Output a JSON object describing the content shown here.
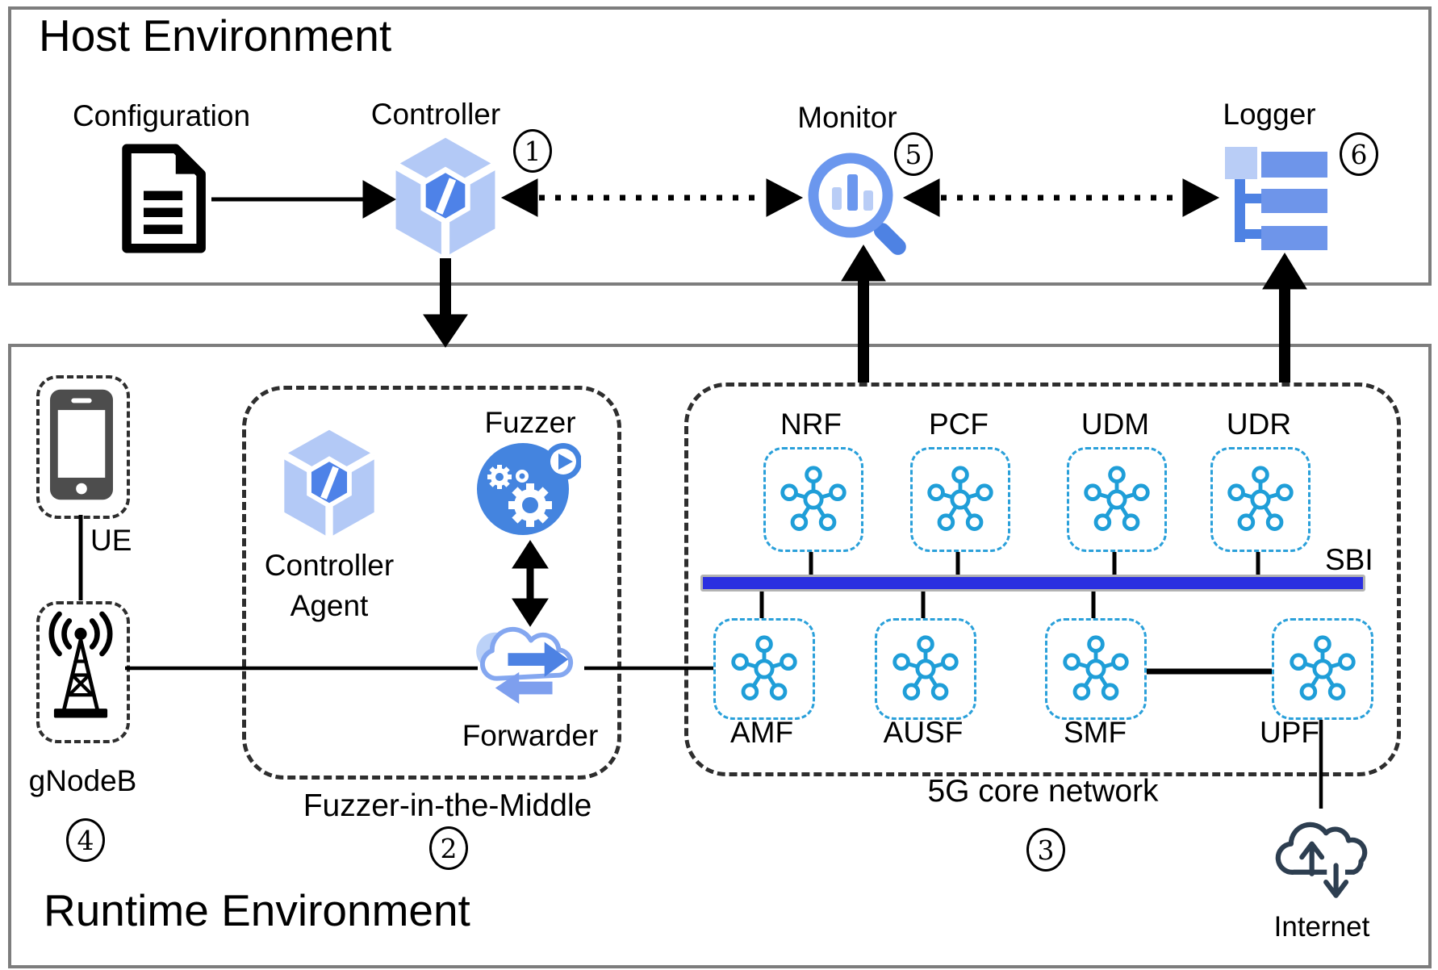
{
  "host": {
    "title": "Host Environment",
    "configuration": {
      "label": "Configuration"
    },
    "controller": {
      "label": "Controller",
      "badge": "1"
    },
    "monitor": {
      "label": "Monitor",
      "badge": "5"
    },
    "logger": {
      "label": "Logger",
      "badge": "6"
    }
  },
  "runtime": {
    "title": "Runtime Environment",
    "ue": {
      "label": "UE"
    },
    "gnodeb": {
      "label": "gNodeB",
      "badge": "4"
    },
    "fitm": {
      "label": "Fuzzer-in-the-Middle",
      "badge": "2",
      "controller_agent": {
        "line1": "Controller",
        "line2": "Agent"
      },
      "fuzzer": {
        "label": "Fuzzer"
      },
      "forwarder": {
        "label": "Forwarder"
      }
    },
    "core": {
      "label": "5G core network",
      "badge": "3",
      "sbi_label": "SBI",
      "nf_top": [
        {
          "label": "NRF"
        },
        {
          "label": "PCF"
        },
        {
          "label": "UDM"
        },
        {
          "label": "UDR"
        }
      ],
      "nf_bottom": [
        {
          "label": "AMF"
        },
        {
          "label": "AUSF"
        },
        {
          "label": "SMF"
        },
        {
          "label": "UPF"
        }
      ]
    },
    "internet": {
      "label": "Internet"
    }
  },
  "colors": {
    "light_blue": "#b9cdf6",
    "medium_blue": "#6e95ea",
    "primary_blue": "#4d82e3",
    "cube_face": "#b3c9f6",
    "cube_core": "#4e82e8",
    "fuzzer_blue": "#4484df",
    "hub_cyan": "#1f9ed8",
    "sbi_bar": "#2b2fe0",
    "internet_navy": "#2d3e50",
    "frame_gray": "#7d7d7d",
    "dash_black": "#2e2e2e"
  }
}
